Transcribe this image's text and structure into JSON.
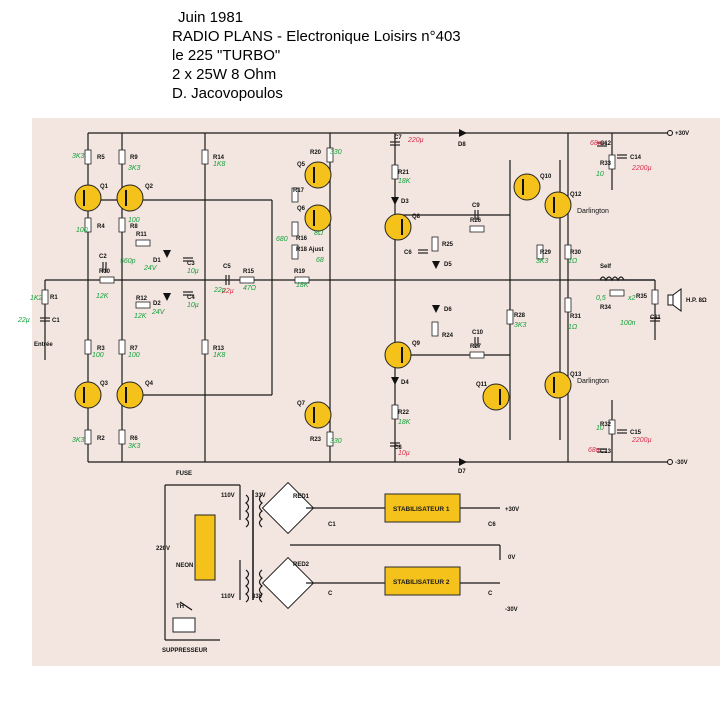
{
  "header": [
    "Juin 1981",
    "RADIO PLANS - Electronique Loisirs n°403",
    "le 225 \"TURBO\"",
    "2 x 25W 8 Ohm",
    "D. Jacovopoulos"
  ],
  "transistors": [
    "Q1",
    "Q2",
    "Q3",
    "Q4",
    "Q5",
    "Q6",
    "Q7",
    "Q8",
    "Q9",
    "Q10",
    "Q11",
    "Q12",
    "Q13"
  ],
  "resistors": [
    "R1",
    "R2",
    "R3",
    "R4",
    "R5",
    "R6",
    "R7",
    "R8",
    "R9",
    "R10",
    "R11",
    "R12",
    "R13",
    "R14",
    "R15",
    "R16",
    "R17",
    "R18 Ajust",
    "R19",
    "R20",
    "R21",
    "R22",
    "R23",
    "R24",
    "R25",
    "R26",
    "R27",
    "R28",
    "R29",
    "R30",
    "R31",
    "R32",
    "R33",
    "R34",
    "R35"
  ],
  "capacitors": [
    "C1",
    "C2",
    "C3",
    "C4",
    "C5",
    "C6",
    "C7",
    "C8",
    "C9",
    "C10",
    "C11",
    "C12",
    "C13",
    "C14",
    "C15"
  ],
  "diodes": [
    "D1",
    "D2",
    "D3",
    "D4",
    "D5",
    "D6",
    "D7",
    "D8"
  ],
  "rails": {
    "pos": "+30V",
    "neg": "-30V"
  },
  "labels": {
    "input": "Entrée",
    "darlington": "Darlington",
    "self": "Self",
    "speaker": "H.P. 8Ω"
  },
  "handwritten": [
    "3K3",
    "100",
    "3K3",
    "100",
    "3K3",
    "100",
    "3K3",
    "100",
    "1K8",
    "1K8",
    "330",
    "18K",
    "18K",
    "330",
    "680",
    "68",
    "3K3",
    "1Ω",
    "1Ω",
    "3K3",
    "8Ω",
    "10",
    "10",
    "0,5",
    "x2",
    "100n",
    "22µ",
    "1K2",
    "560p",
    "12K",
    "12K",
    "24V",
    "24V",
    "22µ",
    "47Ω",
    "18K",
    "220µ",
    "2200µ",
    "2200µ",
    "68n",
    "68n",
    "10µ",
    "10µ",
    "10µ",
    "22µ"
  ],
  "power_supply": {
    "fuse": "FUSE",
    "mains": "220V",
    "neon": "NEON",
    "th": "TH",
    "suppressor": "SUPPRESSEUR",
    "primary": [
      "110V",
      "110V"
    ],
    "secondary": [
      "33V",
      "33V"
    ],
    "rectifiers": [
      "RED1",
      "RED2"
    ],
    "caps": [
      "C1",
      "C",
      "C6",
      "C"
    ],
    "regulators": [
      "STABILISATEUR 1",
      "STABILISATEUR 2"
    ],
    "outputs": [
      "+30V",
      "0V",
      "-30V"
    ]
  }
}
